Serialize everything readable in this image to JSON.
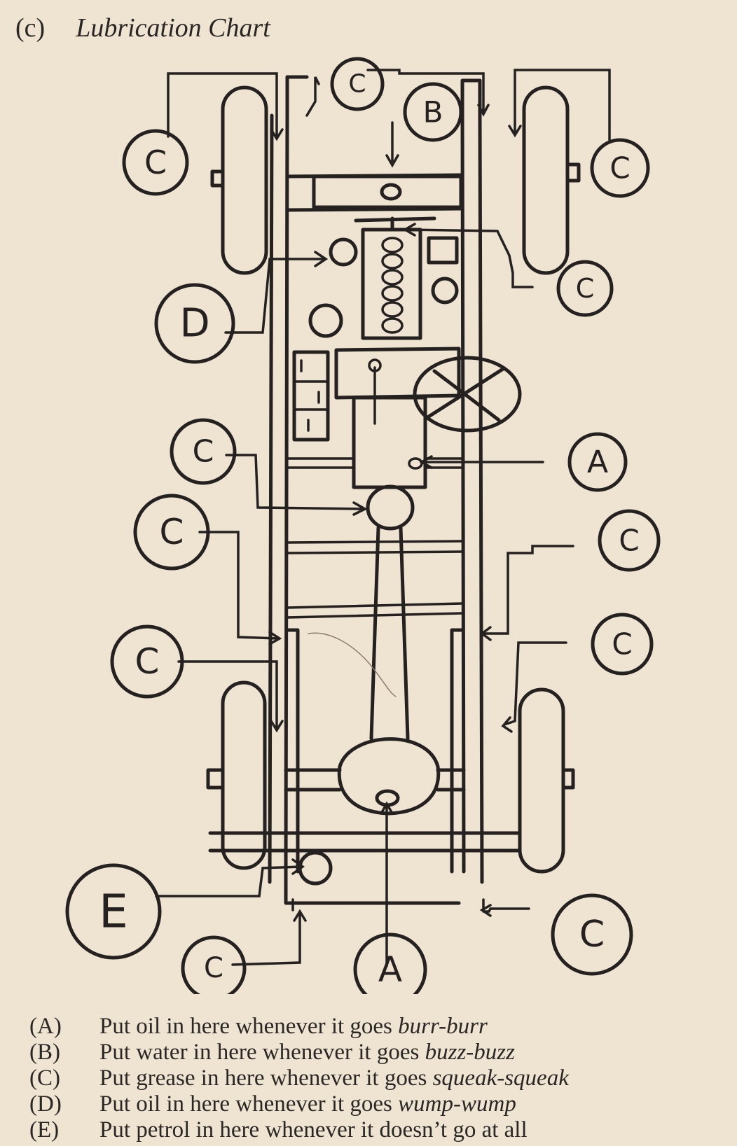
{
  "title": {
    "tag": "(c)",
    "text": "Lubrication Chart"
  },
  "colors": {
    "paper": "#efe4d2",
    "ink": "#252120"
  },
  "diagram_labels": {
    "front_left_wheel": "C",
    "front_left_kingpin_top": "C",
    "radiator": "B",
    "front_right_wheel": "C",
    "front_right_lower": "C",
    "engine_oil": "D",
    "gearbox": "A",
    "propshaft_front": "C",
    "left_rear_spring_front": "C",
    "right_rear_spring_front": "C",
    "right_rear_spring": "C",
    "left_rear_spring": "C",
    "petrol_tank": "E",
    "left_rear_shackle": "C",
    "differential": "A",
    "right_rear_shackle": "C"
  },
  "legend": [
    {
      "key": "(A)",
      "text": "Put oil in here whenever it goes ",
      "sound": "burr-burr"
    },
    {
      "key": "(B)",
      "text": "Put water in here whenever it goes ",
      "sound": "buzz-buzz"
    },
    {
      "key": "(C)",
      "text": "Put grease in here whenever it goes ",
      "sound": "squeak-squeak"
    },
    {
      "key": "(D)",
      "text": "Put oil in here whenever it goes ",
      "sound": "wump-wump"
    },
    {
      "key": "(E)",
      "text": "Put petrol in here whenever it doesn’t go at all",
      "sound": ""
    }
  ]
}
